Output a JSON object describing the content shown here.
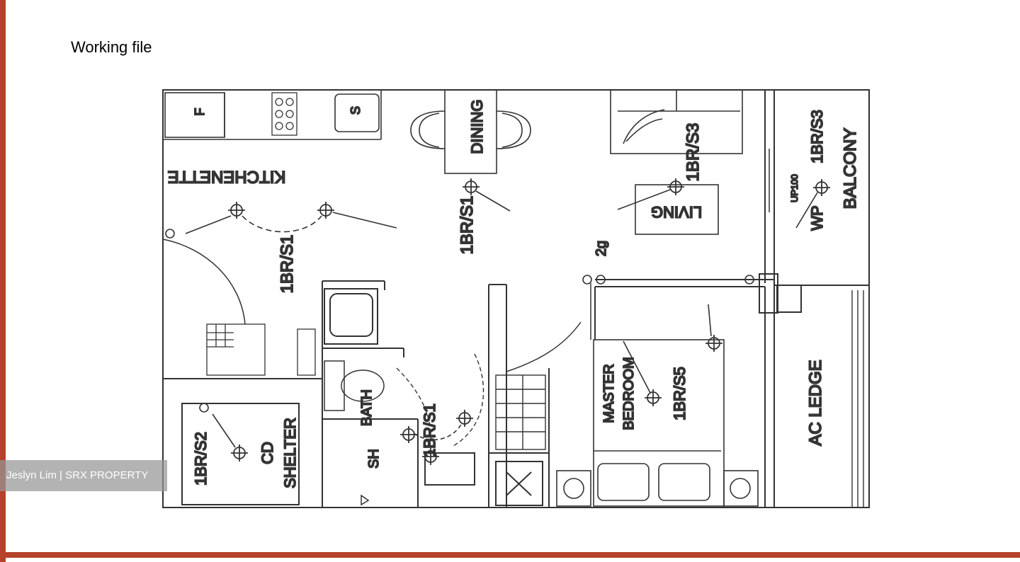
{
  "slide": {
    "title": "Working file",
    "accent_color": "#b5422a"
  },
  "plan": {
    "rooms": {
      "kitchenette": "KITCHENETTE",
      "dining": "DINING",
      "living": "LIVING",
      "balcony": "BALCONY",
      "master_bedroom_line1": "MASTER",
      "master_bedroom_line2": "BEDROOM",
      "bath": "BATH",
      "sh": "SH",
      "cd_shelter_line1": "CD",
      "cd_shelter_line2": "SHELTER",
      "ac_ledge": "AC LEDGE"
    },
    "fixtures": {
      "fridge": "F",
      "sink": "S"
    },
    "tags": {
      "kitchen_s1": "1BR/S1",
      "dining_s1": "1BR/S1",
      "living_s3": "1BR/S3",
      "balcony_s3": "1BR/S3",
      "bath_s1": "1BR/S1",
      "shelter_s2": "1BR/S2",
      "master_s5": "1BR/S5",
      "switch_2g": "2g",
      "wp": "WP",
      "up100": "UP100"
    }
  },
  "watermark": {
    "text": "Jeslyn Lim | SRX PROPERTY"
  }
}
